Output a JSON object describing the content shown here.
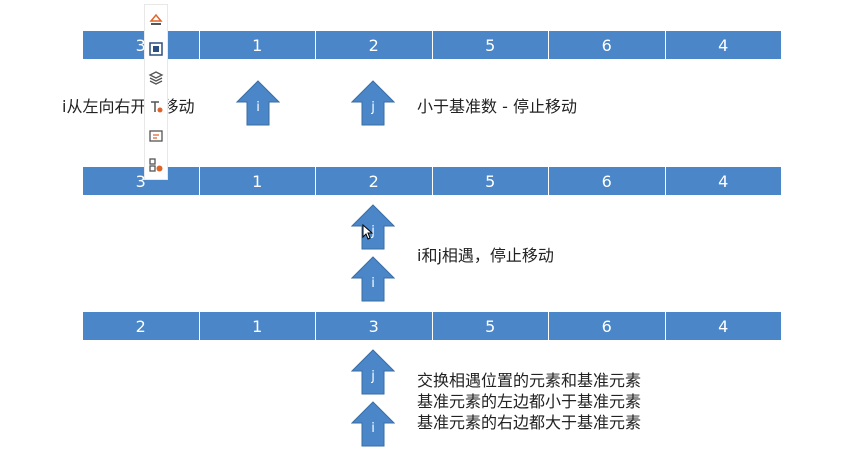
{
  "rows": [
    {
      "cells": [
        "3",
        "1",
        "2",
        "5",
        "6",
        "4"
      ]
    },
    {
      "cells": [
        "3",
        "1",
        "2",
        "5",
        "6",
        "4"
      ]
    },
    {
      "cells": [
        "2",
        "1",
        "3",
        "5",
        "6",
        "4"
      ]
    }
  ],
  "arrows": {
    "a1": "i",
    "a2": "j",
    "a3": "j",
    "a4": "i",
    "a5": "j",
    "a6": "i"
  },
  "notes": {
    "left_caption": "i从左向右开始移动",
    "step1": "小于基准数 - 停止移动",
    "step2": "i和j相遇，停止移动",
    "step3_line1": "交换相遇位置的元素和基准元素",
    "step3_line2": "基准元素的左边都小于基准元素",
    "step3_line3": "基准元素的右边都大于基准元素"
  },
  "toolbar": {
    "icons": [
      "shape-icon",
      "frame-icon",
      "layers-icon",
      "text-style-icon",
      "text-box-icon",
      "arrange-icon"
    ]
  },
  "colors": {
    "bar": "#4a86c8",
    "arrow": "#4a86c8",
    "arrow_stroke": "#3a6ea5",
    "text": "#222222"
  }
}
